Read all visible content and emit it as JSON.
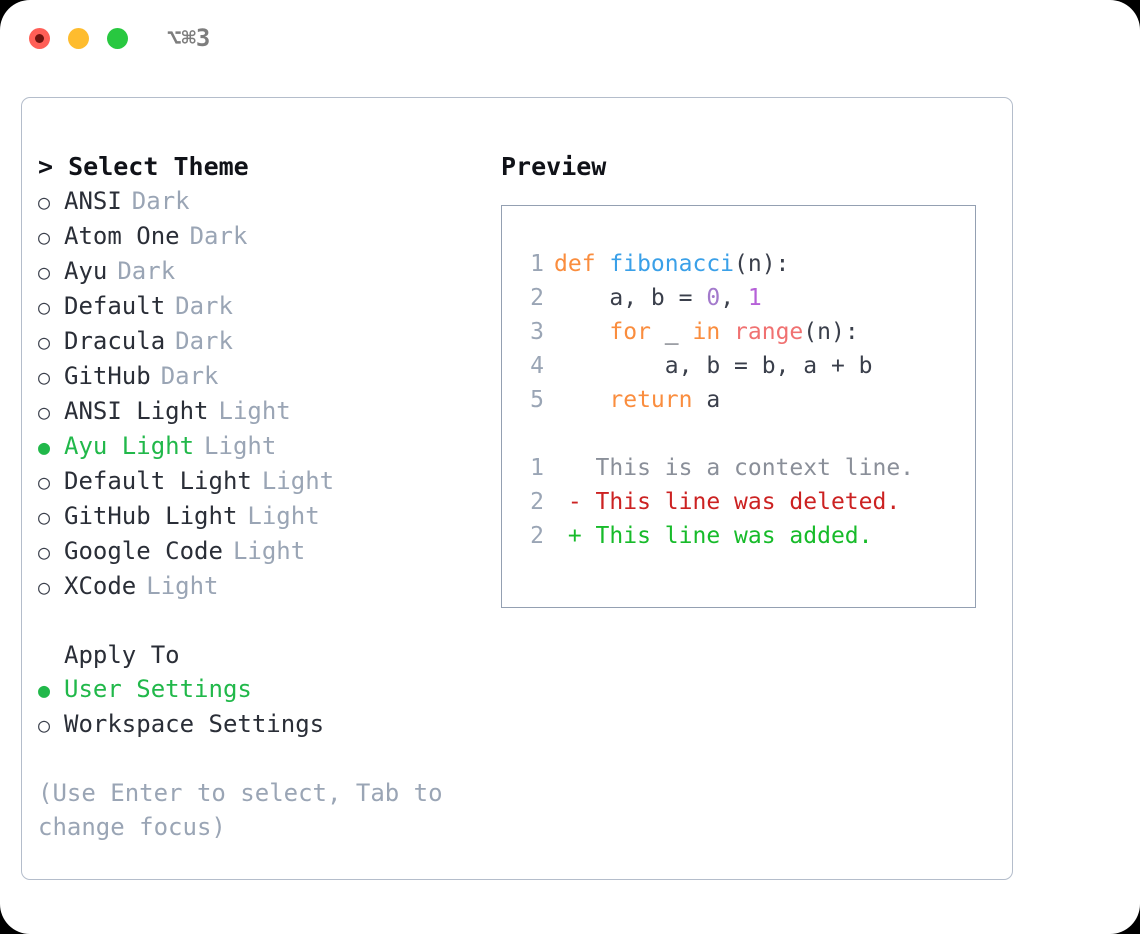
{
  "titlebar": {
    "shortcut": "⌥⌘3",
    "buttons": {
      "close": "close",
      "minimize": "minimize",
      "maximize": "maximize"
    }
  },
  "theme_picker": {
    "heading": "> Select Theme",
    "items": [
      {
        "marker": "○",
        "name": "ANSI",
        "tag": "Dark",
        "selected": false
      },
      {
        "marker": "○",
        "name": "Atom One",
        "tag": "Dark",
        "selected": false
      },
      {
        "marker": "○",
        "name": "Ayu",
        "tag": "Dark",
        "selected": false
      },
      {
        "marker": "○",
        "name": "Default",
        "tag": "Dark",
        "selected": false
      },
      {
        "marker": "○",
        "name": "Dracula",
        "tag": "Dark",
        "selected": false
      },
      {
        "marker": "○",
        "name": "GitHub",
        "tag": "Dark",
        "selected": false
      },
      {
        "marker": "○",
        "name": "ANSI Light",
        "tag": "Light",
        "selected": false
      },
      {
        "marker": "●",
        "name": "Ayu Light",
        "tag": "Light",
        "selected": true
      },
      {
        "marker": "○",
        "name": "Default Light",
        "tag": "Light",
        "selected": false
      },
      {
        "marker": "○",
        "name": "GitHub Light",
        "tag": "Light",
        "selected": false
      },
      {
        "marker": "○",
        "name": "Google Code",
        "tag": "Light",
        "selected": false
      },
      {
        "marker": "○",
        "name": "XCode",
        "tag": "Light",
        "selected": false
      }
    ]
  },
  "apply_to": {
    "heading": "Apply To",
    "items": [
      {
        "marker": "●",
        "name": "User Settings",
        "selected": true
      },
      {
        "marker": "○",
        "name": "Workspace Settings",
        "selected": false
      }
    ]
  },
  "hint": "(Use Enter to select, Tab to change focus)",
  "preview": {
    "heading": "Preview",
    "code_lines": [
      {
        "number": "1",
        "tokens": [
          {
            "text": "def ",
            "kind": "kw"
          },
          {
            "text": "fibonacci",
            "kind": "fn"
          },
          {
            "text": "(n):",
            "kind": "txt"
          }
        ]
      },
      {
        "number": "2",
        "tokens": [
          {
            "text": "    a, b = ",
            "kind": "txt"
          },
          {
            "text": "0",
            "kind": "num"
          },
          {
            "text": ", ",
            "kind": "txt"
          },
          {
            "text": "1",
            "kind": "num2"
          }
        ]
      },
      {
        "number": "3",
        "tokens": [
          {
            "text": "    ",
            "kind": "txt"
          },
          {
            "text": "for ",
            "kind": "kw"
          },
          {
            "text": "_ ",
            "kind": "txt"
          },
          {
            "text": "in ",
            "kind": "kw"
          },
          {
            "text": "range",
            "kind": "call"
          },
          {
            "text": "(n):",
            "kind": "txt"
          }
        ]
      },
      {
        "number": "4",
        "tokens": [
          {
            "text": "        a, b = b, a + b",
            "kind": "txt"
          }
        ]
      },
      {
        "number": "5",
        "tokens": [
          {
            "text": "    ",
            "kind": "txt"
          },
          {
            "text": "return ",
            "kind": "kw"
          },
          {
            "text": "a",
            "kind": "txt"
          }
        ]
      }
    ],
    "diff_lines": [
      {
        "number": "1",
        "tokens": [
          {
            "text": "   This is a context line.",
            "kind": "ctx"
          }
        ]
      },
      {
        "number": "2",
        "tokens": [
          {
            "text": " - This line was deleted.",
            "kind": "del"
          }
        ]
      },
      {
        "number": "2",
        "tokens": [
          {
            "text": " + This line was added.",
            "kind": "add"
          }
        ]
      }
    ]
  },
  "colors": {
    "accent_green": "#21b84a",
    "muted": "#9aa5b5",
    "text": "#2a2e37",
    "keyword": "#fa8d3e",
    "function": "#3aa0e8",
    "number": "#a37acc",
    "call": "#f07171",
    "diff_added": "#17bb2a",
    "diff_deleted": "#cc2222",
    "border": "#94a0b2",
    "traffic_close": "#ff5f57",
    "traffic_min": "#febc2e",
    "traffic_max": "#28c840"
  }
}
